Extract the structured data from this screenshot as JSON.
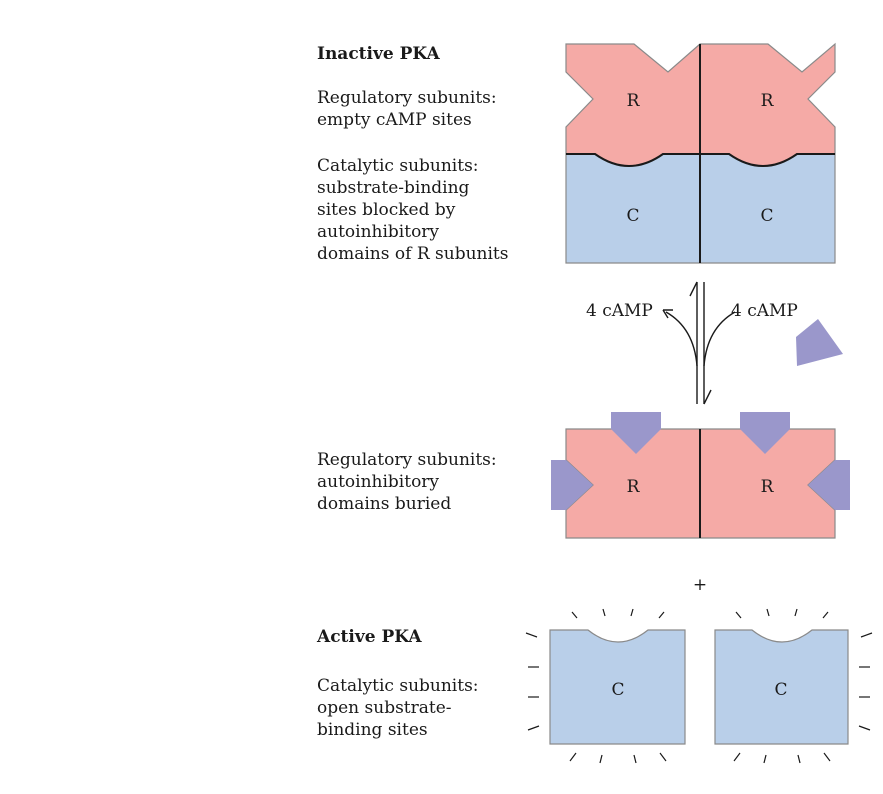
{
  "inactive": {
    "title": "Inactive PKA",
    "regulatory_text": "Regulatory subunits:\nempty cAMP sites",
    "catalytic_text": "Catalytic subunits:\nsubstrate-binding\nsites blocked by\nautoinhibitory\ndomains of R subunits"
  },
  "arrows": {
    "left_label": "4 cAMP",
    "right_label": "4 cAMP"
  },
  "complex": {
    "regulatory_text": "Regulatory subunits:\nautoinhibitory\ndomains buried",
    "plus": "+"
  },
  "active": {
    "title": "Active PKA",
    "catalytic_text": "Catalytic subunits:\nopen substrate-\nbinding sites"
  },
  "subunits": {
    "r": "R",
    "c": "C"
  },
  "colors": {
    "regulatory": "#f5aaa6",
    "catalytic": "#b9cfe9",
    "camp": "#9a97cb",
    "outline": "#8a8a8a",
    "divider": "#1a1a1a"
  }
}
